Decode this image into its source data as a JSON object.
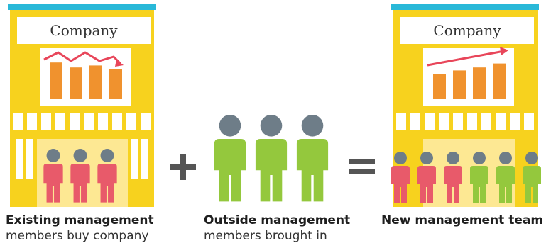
{
  "colors": {
    "building": "#f7d21e",
    "building_edge": "#e8b900",
    "roof": "#29b8d8",
    "window": "#ffffff",
    "bar": "#f0922e",
    "arrow": "#e8465a",
    "person_existing": "#e85a6a",
    "person_outside": "#94c83d",
    "person_head": "#6e7d88",
    "operator": "#555555"
  },
  "left_panel": {
    "sign": "Company",
    "trend": "down",
    "bars": [
      3.7,
      3.2,
      3.4,
      3.0
    ],
    "people": [
      "existing",
      "existing",
      "existing"
    ]
  },
  "operators": {
    "plus": "+",
    "equals": "="
  },
  "middle_panel": {
    "people": [
      "outside",
      "outside",
      "outside"
    ]
  },
  "right_panel": {
    "sign": "Company",
    "trend": "up",
    "bars": [
      2.5,
      2.9,
      3.2,
      3.6
    ],
    "people": [
      "existing",
      "existing",
      "existing",
      "outside",
      "outside",
      "outside"
    ]
  },
  "captions": {
    "left_title": "Existing management",
    "left_sub": "members buy company",
    "middle_title": "Outside management",
    "middle_sub": "members brought in",
    "right_title": "New management team"
  }
}
